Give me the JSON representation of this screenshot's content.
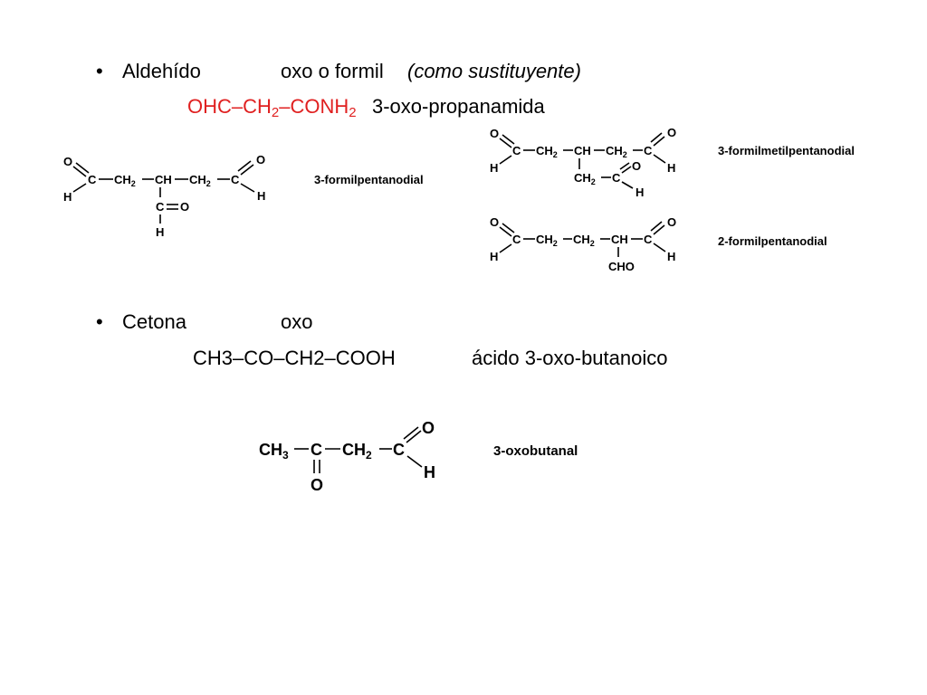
{
  "aldehido": {
    "bullet": "•",
    "title": "Aldehído",
    "prefix": "oxo o formil",
    "note": "(como sustituyente)",
    "formula_parts": [
      "OHC–CH",
      "2",
      "–CONH",
      "2"
    ],
    "formula_name": "3-oxo-propanamida"
  },
  "structures": {
    "s1": {
      "label": "3-formilpentanodial",
      "atoms": {
        "o_left": "O",
        "h_left": "H",
        "c1": "C",
        "ch2_a": "CH",
        "ch2_a_sub": "2",
        "ch": "CH",
        "ch2_b": "CH",
        "ch2_b_sub": "2",
        "c5": "C",
        "o_right": "O",
        "h_right": "H",
        "c_branch": "C",
        "o_branch": "O",
        "h_branch": "H"
      }
    },
    "s2": {
      "label": "3-formilmetilpentanodial",
      "atoms": {
        "o_left": "O",
        "h_left": "H",
        "c1": "C",
        "ch2_a": "CH",
        "ch2_a_sub": "2",
        "ch": "CH",
        "ch2_b": "CH",
        "ch2_b_sub": "2",
        "c5": "C",
        "o_right": "O",
        "h_right": "H",
        "ch2_branch": "CH",
        "ch2_branch_sub": "2",
        "c_branch": "C",
        "o_branch": "O",
        "h_branch": "H"
      }
    },
    "s3": {
      "label": "2-formilpentanodial",
      "atoms": {
        "o_left": "O",
        "h_left": "H",
        "c1": "C",
        "ch2_a": "CH",
        "ch2_a_sub": "2",
        "ch2_b": "CH",
        "ch2_b_sub": "2",
        "ch": "CH",
        "c5": "C",
        "o_right": "O",
        "h_right": "H",
        "cho": "CHO"
      }
    },
    "s4": {
      "label": "3-oxobutanal",
      "atoms": {
        "ch3": "CH",
        "ch3_sub": "3",
        "c2": "C",
        "ch2": "CH",
        "ch2_sub": "2",
        "c4": "C",
        "o_top": "O",
        "h": "H",
        "o_bottom": "O"
      }
    }
  },
  "cetona": {
    "bullet": "•",
    "title": "Cetona",
    "prefix": "oxo",
    "formula": "CH3–CO–CH2–COOH",
    "formula_name": "ácido 3-oxo-butanoico"
  }
}
